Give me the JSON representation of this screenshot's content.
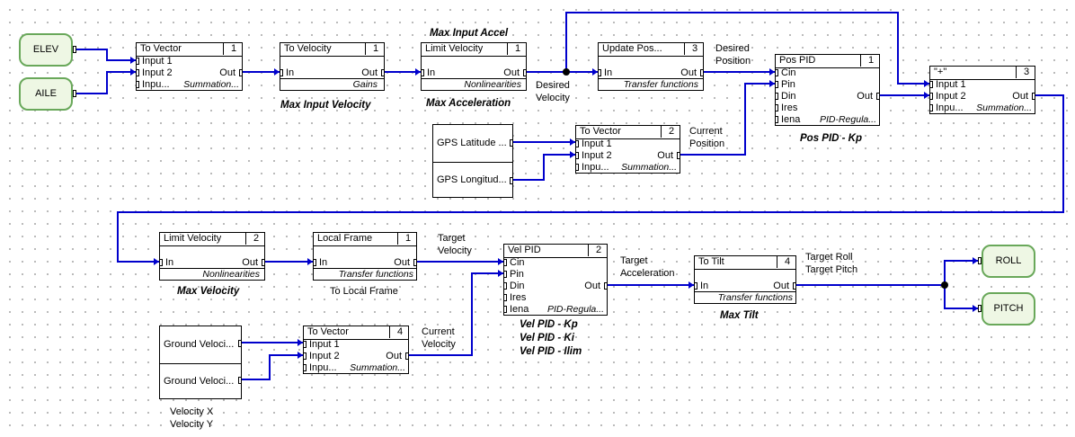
{
  "blocks": {
    "to_vector_1": {
      "title": "To Vector",
      "num": "1",
      "in1": "Input 1",
      "in2": "Input 2",
      "in3": "Inpu...",
      "out": "Out",
      "cat": "Summation..."
    },
    "to_velocity_1": {
      "title": "To Velocity",
      "num": "1",
      "in1": "In",
      "out": "Out",
      "cat": "Gains"
    },
    "limit_velocity_1": {
      "title": "Limit Velocity",
      "num": "1",
      "in1": "In",
      "out": "Out",
      "cat": "Nonlinearities"
    },
    "update_pos_3": {
      "title": "Update Pos...",
      "num": "3",
      "in1": "In",
      "out": "Out",
      "cat": "Transfer functions"
    },
    "pos_pid_1": {
      "title": "Pos PID",
      "num": "1",
      "in1": "Cin",
      "in2": "Pin",
      "in3": "Din",
      "in4": "Ires",
      "in5": "Iena",
      "out": "Out",
      "cat": "PID-Regula..."
    },
    "plus_3": {
      "title": "\"+\"",
      "num": "3",
      "in1": "Input 1",
      "in2": "Input 2",
      "in3": "Inpu...",
      "out": "Out",
      "cat": "Summation..."
    },
    "to_vector_2": {
      "title": "To Vector",
      "num": "2",
      "in1": "Input 1",
      "in2": "Input 2",
      "in3": "Inpu...",
      "out": "Out",
      "cat": "Summation..."
    },
    "limit_velocity_2": {
      "title": "Limit Velocity",
      "num": "2",
      "in1": "In",
      "out": "Out",
      "cat": "Nonlinearities"
    },
    "local_frame_1": {
      "title": "Local Frame",
      "num": "1",
      "in1": "In",
      "out": "Out",
      "cat": "Transfer functions"
    },
    "vel_pid_2": {
      "title": "Vel PID",
      "num": "2",
      "in1": "Cin",
      "in2": "Pin",
      "in3": "Din",
      "in4": "Ires",
      "in5": "Iena",
      "out": "Out",
      "cat": "PID-Regula..."
    },
    "to_tilt_4": {
      "title": "To Tilt",
      "num": "4",
      "in1": "In",
      "out": "Out",
      "cat": "Transfer functions"
    },
    "to_vector_4": {
      "title": "To Vector",
      "num": "4",
      "in1": "Input 1",
      "in2": "Input 2",
      "in3": "Inpu...",
      "out": "Out",
      "cat": "Summation..."
    }
  },
  "terminals": {
    "elev": "ELEV",
    "aile": "AILE",
    "roll": "ROLL",
    "pitch": "PITCH"
  },
  "gps": {
    "lat": "GPS Latitude ...",
    "lon": "GPS Longitud..."
  },
  "ground": {
    "vx": "Ground Veloci...",
    "vy": "Ground Veloci..."
  },
  "labels": {
    "max_input_velocity": "Max Input Velocity",
    "max_input_accel": "Max Input Accel",
    "max_acceleration": "Max Acceleration",
    "desired_velocity": "Desired\nVelocity",
    "desired_position": "Desired\nPosition",
    "current_position": "Current\nPosition",
    "pos_pid_kp": "Pos PID - Kp",
    "max_velocity": "Max Velocity",
    "to_local_frame": "To Local Frame",
    "target_velocity": "Target\nVelocity",
    "target_acceleration": "Target\nAcceleration",
    "target_roll": "Target Roll",
    "target_pitch": "Target Pitch",
    "max_tilt": "Max Tilt",
    "current_velocity": "Current\nVelocity",
    "vel_pid_kp": "Vel PID - Kp",
    "vel_pid_ki": "Vel PID - Ki",
    "vel_pid_ilim": "Vel PID - Ilim",
    "velocity_x": "Velocity X",
    "velocity_y": "Velocity Y"
  },
  "colors": {
    "wire": "#0000cc",
    "terminal_fill": "#eef7e4",
    "terminal_border": "#69a85a"
  }
}
